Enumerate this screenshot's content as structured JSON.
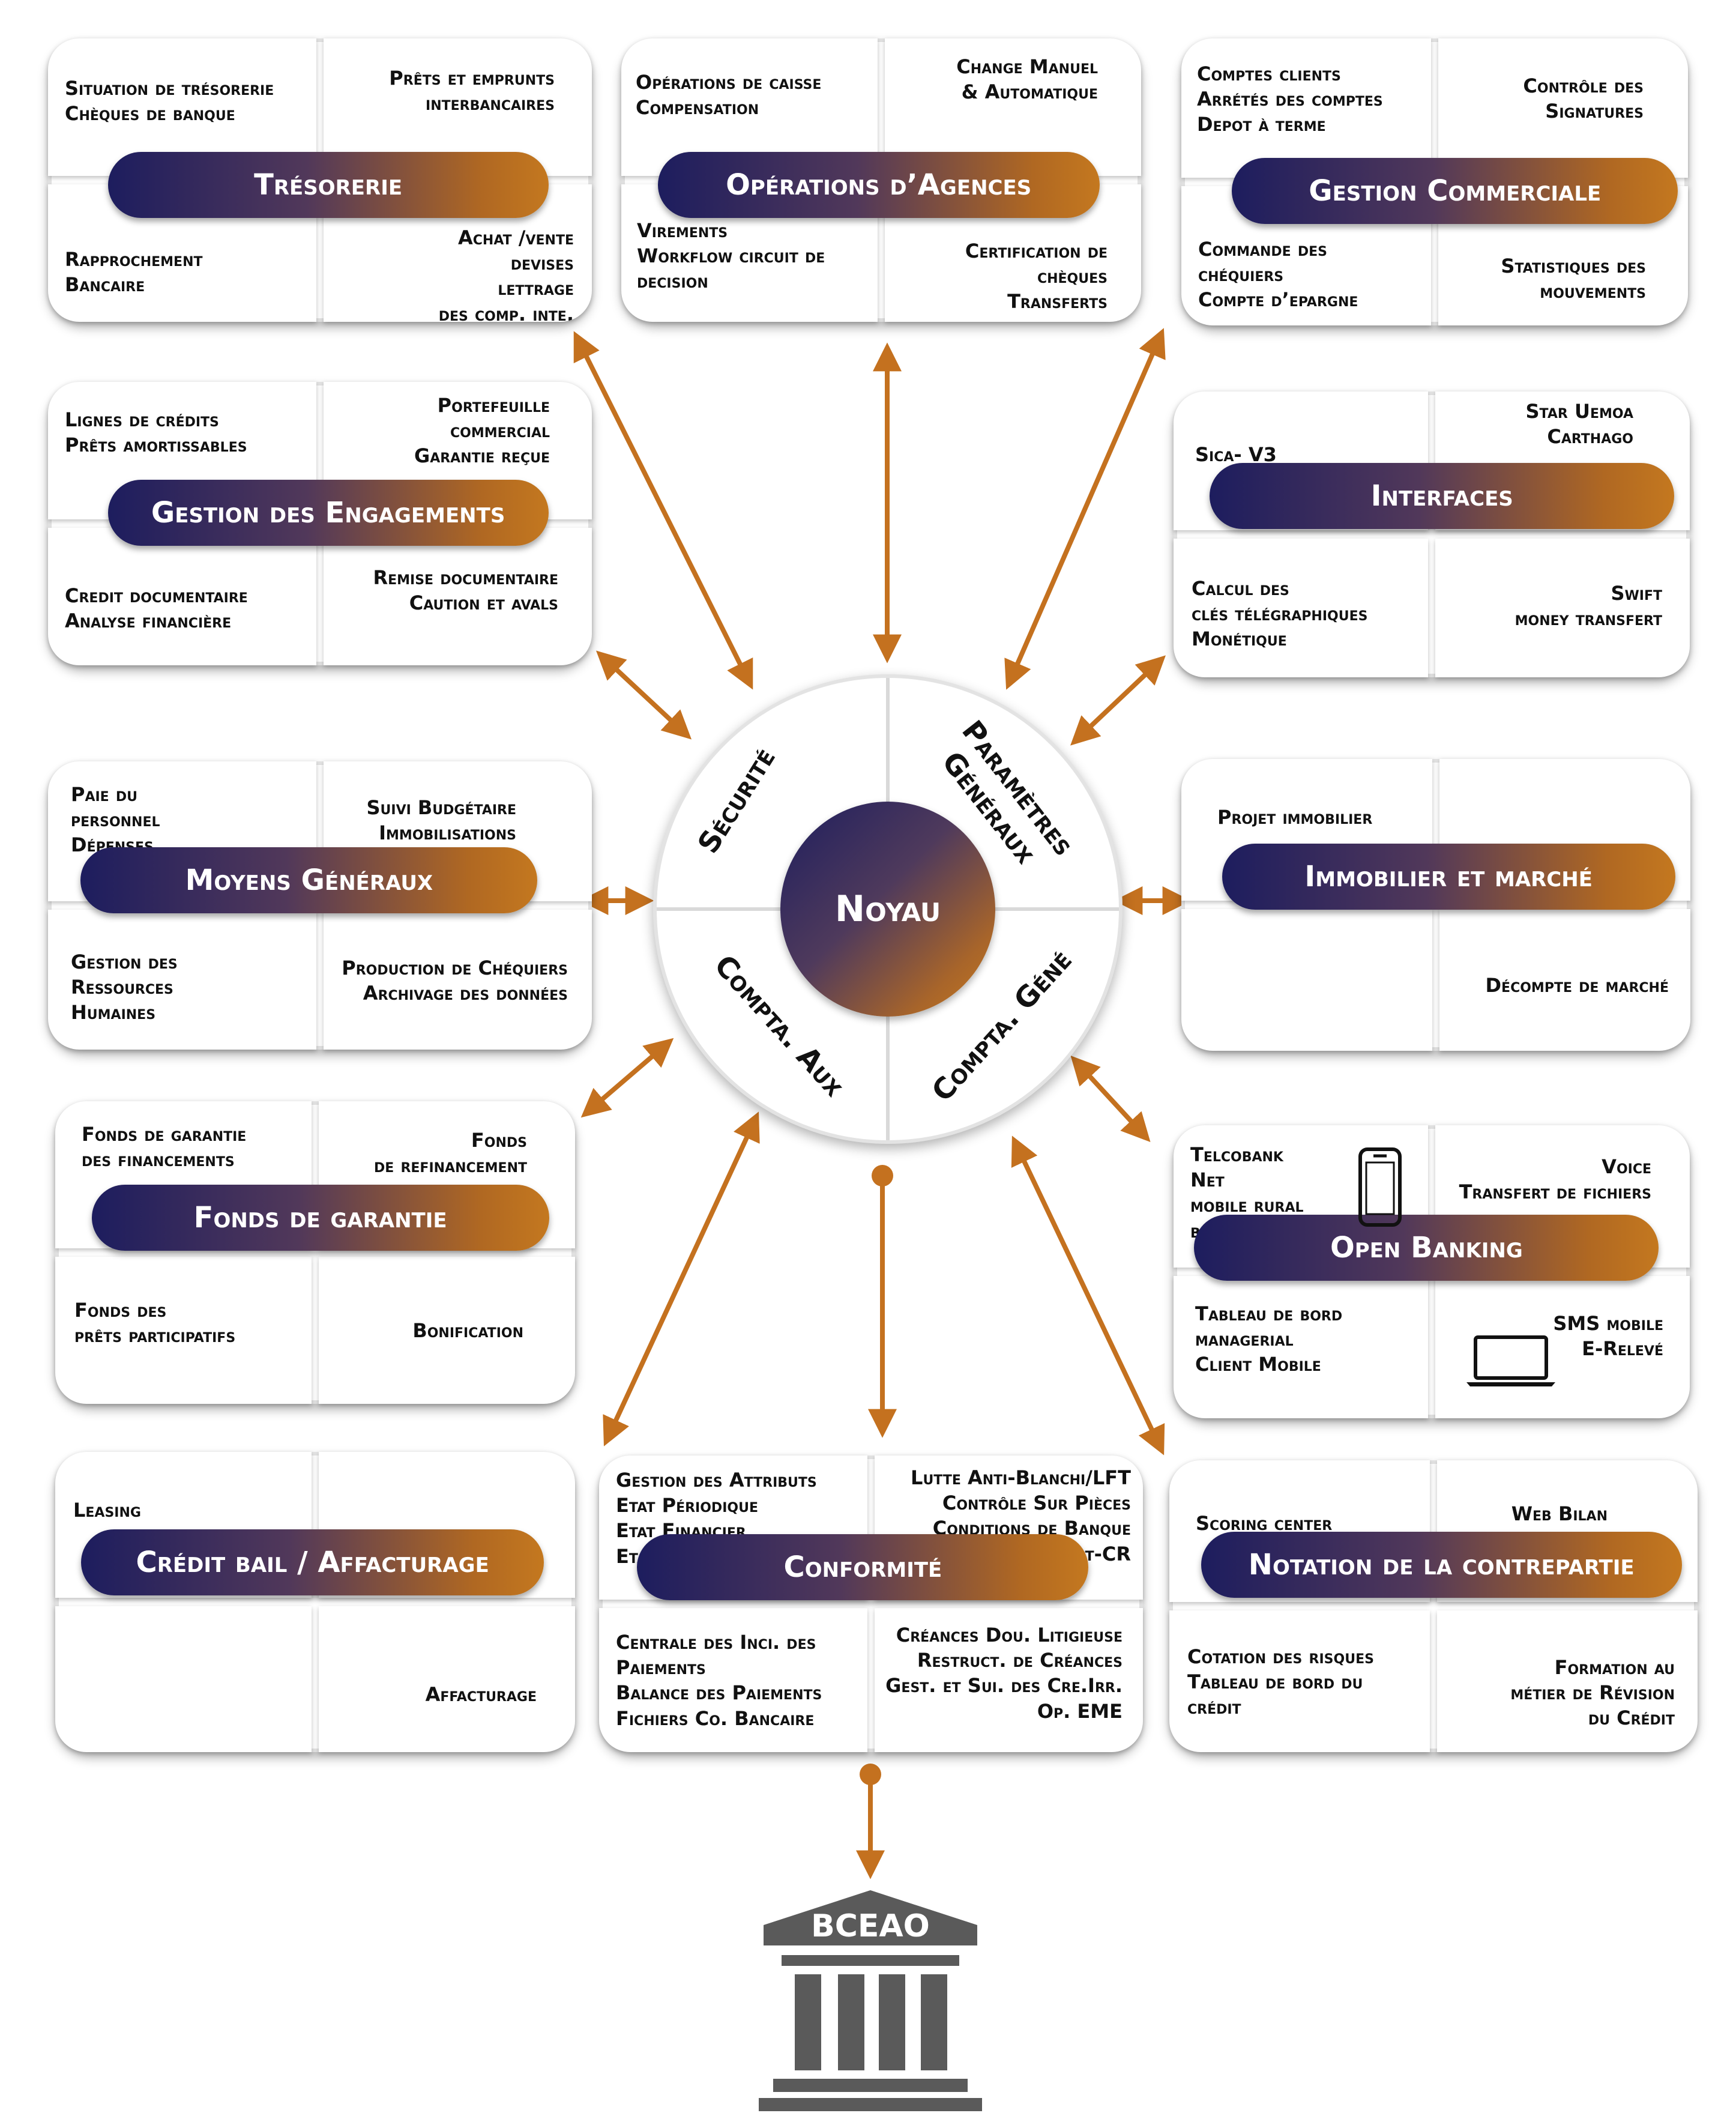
{
  "colors": {
    "pill_start": "#1d1d5e",
    "pill_end": "#c4781f",
    "arrow": "#c4711f",
    "bank": "#5a5a5a"
  },
  "center": {
    "noyau": "Noyau",
    "segments": [
      "Sécurité",
      "Paramètres Généraux",
      "Compta. Aux",
      "Compta. Géné"
    ]
  },
  "bank_label": "BCEAO",
  "icons": [
    "mobile-phone-icon",
    "laptop-icon",
    "bank-building-icon"
  ],
  "modules": [
    {
      "title": "Trésorerie",
      "tl": [
        "Situation de trésorerie",
        "Chèques de banque"
      ],
      "tr": [
        "Prêts et emprunts",
        "interbancaires"
      ],
      "bl": [
        "Rapprochement",
        "Bancaire"
      ],
      "br": [
        "Achat /vente",
        "devises",
        "lettrage",
        "des comp. inte."
      ]
    },
    {
      "title": "Opérations d’Agences",
      "tl": [
        "Opérations de caisse",
        "Compensation"
      ],
      "tr": [
        "Change Manuel",
        "& Automatique"
      ],
      "bl": [
        "Virements",
        "Workflow circuit de",
        "decision"
      ],
      "br": [
        "Certification de",
        "chèques",
        "Transferts"
      ]
    },
    {
      "title": "Gestion Commerciale",
      "tl": [
        "Comptes clients",
        "Arrétés des comptes",
        "Depot à terme"
      ],
      "tr": [
        "Contrôle des",
        "Signatures"
      ],
      "bl": [
        "Commande des",
        "chéquiers",
        "Compte d’epargne"
      ],
      "br": [
        "Statistiques des",
        "mouvements"
      ]
    },
    {
      "title": "Gestion des Engagements",
      "tl": [
        "Lignes de crédits",
        "Prêts amortissables"
      ],
      "tr": [
        "Portefeuille",
        "commercial",
        "Garantie reçue"
      ],
      "bl": [
        "Credit documentaire",
        "Analyse financière"
      ],
      "br": [
        "Remise documentaire",
        "Caution et avals"
      ]
    },
    {
      "title": "Interfaces",
      "tl": [
        "Sica- V3"
      ],
      "tr": [
        "Star Uemoa",
        "Carthago"
      ],
      "bl": [
        "Calcul des",
        "clés télégraphiques",
        "Monétique"
      ],
      "br": [
        "Swift",
        "money transfert"
      ]
    },
    {
      "title": "Moyens Généraux",
      "tl": [
        "Paie du",
        "personnel",
        "Dépenses"
      ],
      "tr": [
        "Suivi Budgétaire",
        "Immobilisations"
      ],
      "bl": [
        "Gestion des",
        "Ressources",
        "Humaines"
      ],
      "br": [
        "Production de Chéquiers",
        "Archivage des données"
      ]
    },
    {
      "title": "Immobilier et marché",
      "tl": [
        "Projet immobilier"
      ],
      "tr": [],
      "bl": [],
      "br": [
        "Décompte de marché"
      ]
    },
    {
      "title": "Fonds de garantie",
      "tl": [
        "Fonds de garantie",
        "des financements"
      ],
      "tr": [
        "Fonds",
        "de refinancement"
      ],
      "bl": [
        "Fonds des",
        "prêts participatifs"
      ],
      "br": [
        "Bonification"
      ]
    },
    {
      "title": "Open  Banking",
      "tl": [
        "Telcobank",
        "Net",
        "mobile rural",
        "banking"
      ],
      "tr": [
        "Voice",
        "Transfert de fichiers"
      ],
      "bl": [
        "Tableau de bord",
        "managerial",
        "Client Mobile"
      ],
      "br": [
        "SMS mobile",
        "E-Relevé"
      ]
    },
    {
      "title": "Crédit bail / Affacturage",
      "tl": [
        "Leasing"
      ],
      "tr": [],
      "bl": [],
      "br": [
        "Affacturage"
      ]
    },
    {
      "title": "Conformité",
      "tl": [
        "Gestion des Attributs",
        "Etat Périodique",
        "Etat Financier",
        "Etat FODEP"
      ],
      "tr": [
        "Lutte Anti-Blanchi/LFT",
        "Contrôle Sur Pièces",
        "Conditions de Banque",
        "Bureau d’Info. Crédit-CR"
      ],
      "bl": [
        "Centrale des Inci. des",
        "Paiements",
        "Balance des Paiements",
        "Fichiers Co. Bancaire"
      ],
      "br": [
        "Créances Dou. Litigieuse",
        "Restruct. de Créances",
        "Gest. et Sui. des Cre.Irr.",
        "Op. EME"
      ]
    },
    {
      "title": "Notation de la contrepartie",
      "tl": [
        "Scoring center"
      ],
      "tr": [
        "Web Bilan"
      ],
      "bl": [
        "Cotation des risques",
        "Tableau de bord du",
        "crédit"
      ],
      "br": [
        "Formation au",
        "métier de Révision",
        "du Crédit"
      ]
    }
  ]
}
